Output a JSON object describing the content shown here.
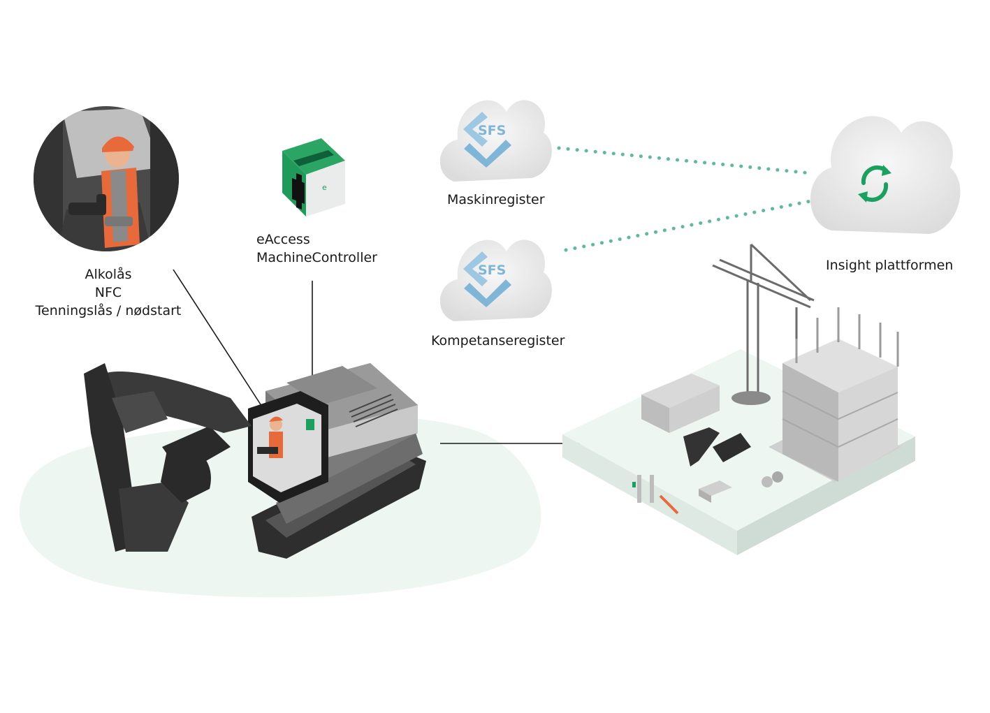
{
  "labels": {
    "operator": [
      "Alkolås",
      "NFC",
      "Tenningslås / nødstart"
    ],
    "controller": [
      "eAccess",
      "MachineController"
    ],
    "machine_register": "Maskinregister",
    "competence_register": "Kompetanseregister",
    "insight": "Insight plattformen"
  },
  "logos": {
    "sfs_text": "SFS"
  },
  "colors": {
    "accent_green": "#1aa160",
    "dot_green": "#5fb8a0",
    "pcb_green": "#1f9a5a",
    "safety_orange": "#e86a3a",
    "sfs_blue": "#7fb6d8",
    "machine_dark": "#3c3c3c",
    "ground_tint": "#eef6f1"
  },
  "icons": {
    "sync": "sync-icon",
    "sfs": "sfs-logo",
    "pcb": "pcb-controller",
    "excavator": "excavator-illustration",
    "site": "construction-site-illustration"
  }
}
